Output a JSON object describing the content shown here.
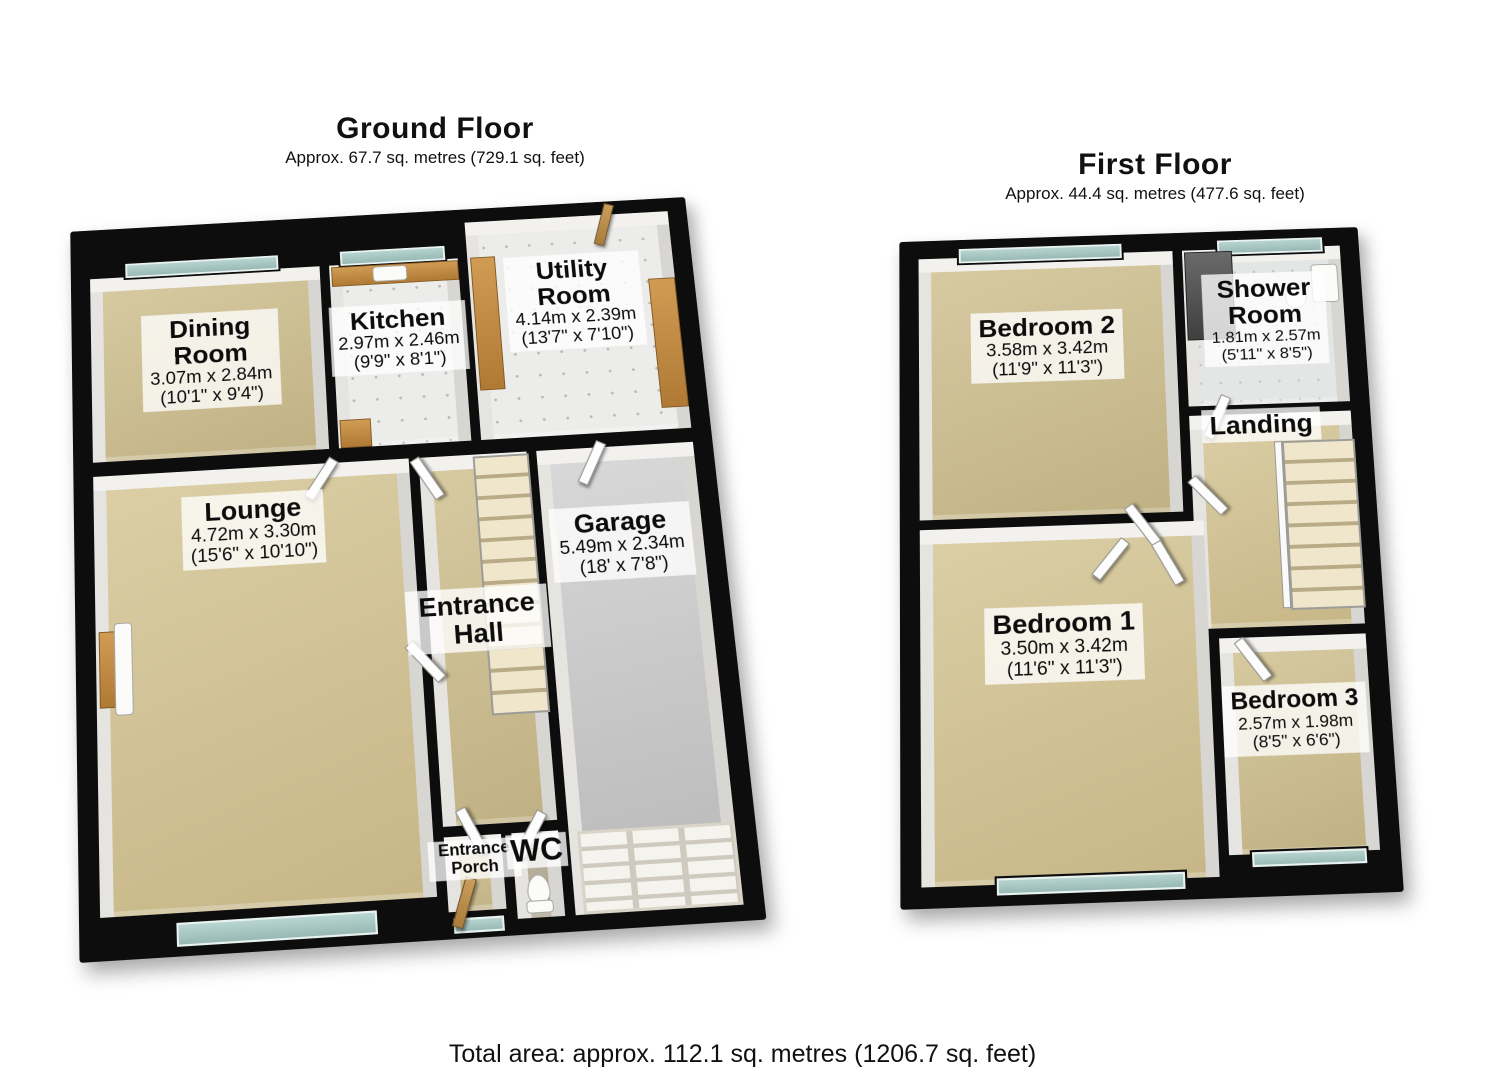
{
  "ground_floor": {
    "title": "Ground Floor",
    "subtitle": "Approx. 67.7 sq. metres (729.1 sq. feet)",
    "rooms": {
      "dining": {
        "name": "Dining Room",
        "metric": "3.07m x 2.84m",
        "imperial": "(10'1\" x 9'4\")"
      },
      "kitchen": {
        "name": "Kitchen",
        "metric": "2.97m x 2.46m",
        "imperial": "(9'9\" x 8'1\")"
      },
      "utility": {
        "name": "Utility Room",
        "metric": "4.14m x 2.39m",
        "imperial": "(13'7\" x 7'10\")"
      },
      "lounge": {
        "name": "Lounge",
        "metric": "4.72m x 3.30m",
        "imperial": "(15'6\" x 10'10\")"
      },
      "hall": {
        "name": "Entrance Hall"
      },
      "garage": {
        "name": "Garage",
        "metric": "5.49m x 2.34m",
        "imperial": "(18' x 7'8\")"
      },
      "porch": {
        "name": "Entrance Porch"
      },
      "wc": {
        "name": "WC"
      }
    }
  },
  "first_floor": {
    "title": "First Floor",
    "subtitle": "Approx. 44.4 sq. metres (477.6 sq. feet)",
    "rooms": {
      "bedroom2": {
        "name": "Bedroom 2",
        "metric": "3.58m x 3.42m",
        "imperial": "(11'9\" x 11'3\")"
      },
      "shower": {
        "name": "Shower Room",
        "metric": "1.81m x 2.57m",
        "imperial": "(5'11\" x 8'5\")"
      },
      "landing": {
        "name": "Landing"
      },
      "bedroom1": {
        "name": "Bedroom 1",
        "metric": "3.50m x 3.42m",
        "imperial": "(11'6\" x 11'3\")"
      },
      "bedroom3": {
        "name": "Bedroom 3",
        "metric": "2.57m x 1.98m",
        "imperial": "(8'5\" x 6'6\")"
      }
    }
  },
  "footer": {
    "total_area": "Total area: approx. 112.1 sq. metres (1206.7 sq. feet)"
  },
  "colors": {
    "wall": "#0d0d0d",
    "floor_tan": "#cfc093",
    "floor_tile": "#ececea",
    "floor_garage": "#c6c6c6",
    "window_glass": "#a9c6c2",
    "counter_wood": "#bf8a45",
    "label_background": "#ffffff"
  }
}
